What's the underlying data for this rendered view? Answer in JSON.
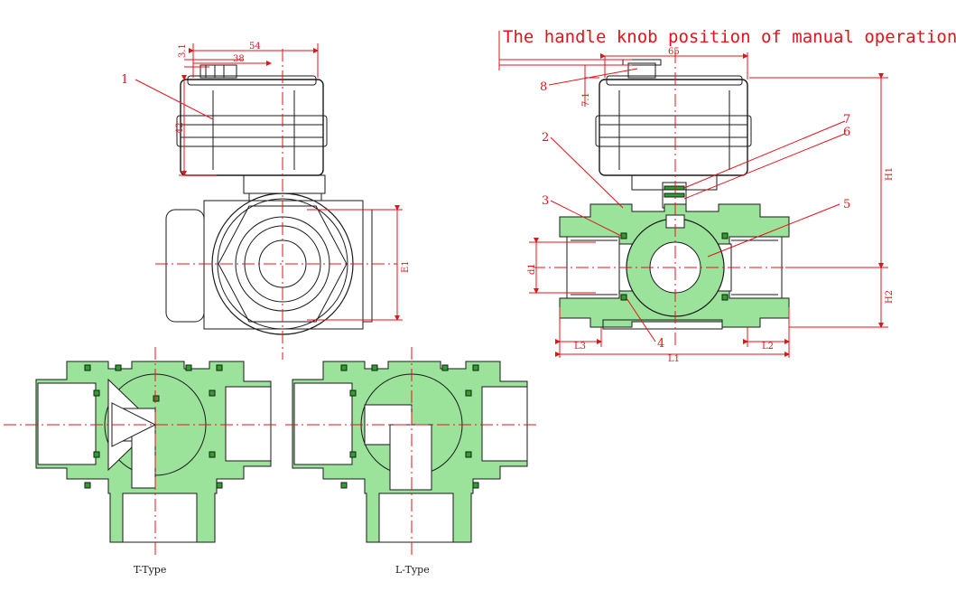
{
  "title": "The handle knob position of manual operation",
  "dimensions": {
    "d54": "54",
    "d38": "38",
    "d3_1": "3.1",
    "d42": "42",
    "d65": "65",
    "d7_1": "7.1",
    "E1": "E1",
    "H1": "H1",
    "H2": "H2",
    "d1": "d1",
    "L1": "L1",
    "L2": "L2",
    "L3": "L3"
  },
  "callouts": {
    "c1": "1",
    "c2": "2",
    "c3": "3",
    "c4": "4",
    "c5": "5",
    "c6": "6",
    "c7": "7",
    "c8": "8"
  },
  "captions": {
    "t_type": "T-Type",
    "l_type": "L-Type"
  },
  "colors": {
    "dimension_red": "#e8101a",
    "section_green": "#9be39b",
    "seal_green": "#2da02d",
    "outline_black": "#1a1a1a"
  }
}
